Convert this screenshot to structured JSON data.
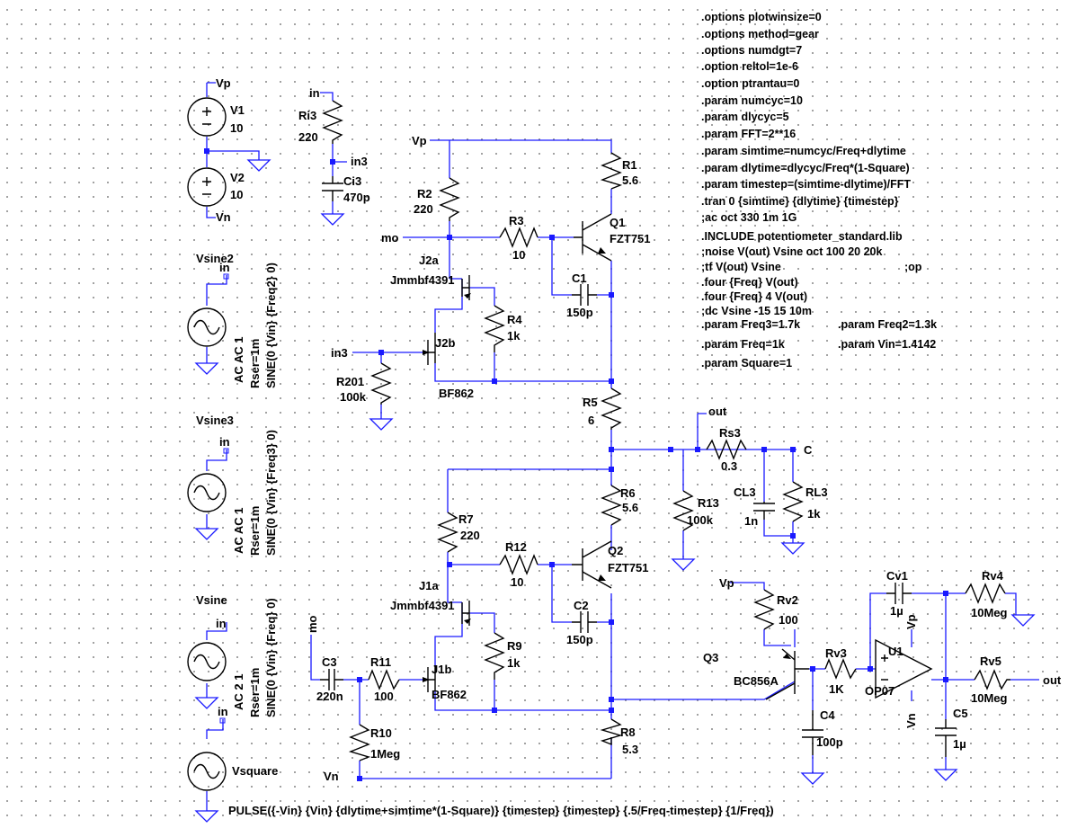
{
  "sources": {
    "v1": {
      "name": "V1",
      "value": "10"
    },
    "v2": {
      "name": "V2",
      "value": "10"
    },
    "vsine2": {
      "name": "Vsine2",
      "ac": "AC AC 1",
      "rser": "Rser=1m",
      "func": "SINE(0 {Vin} {Freq2} 0)"
    },
    "vsine3": {
      "name": "Vsine3",
      "ac": "AC AC 1",
      "rser": "Rser=1m",
      "func": "SINE(0 {Vin} {Freq3} 0)"
    },
    "vsine": {
      "name": "Vsine",
      "ac": "AC 2 1",
      "rser": "Rser=1m",
      "func": "SINE(0 {Vin} {Freq} 0)"
    },
    "vsquare": {
      "name": "Vsquare",
      "pulse": "PULSE({-Vin} {Vin} {dlytime+simtime*(1-Square)} {timestep} {timestep} {.5/Freq-timestep} {1/Freq})"
    }
  },
  "nets": {
    "vp": "Vp",
    "vn": "Vn",
    "in": "in",
    "in3": "in3",
    "mo": "mo",
    "out": "out",
    "c": "C"
  },
  "components": {
    "ri3": {
      "name": "Ri3",
      "value": "220"
    },
    "ci3": {
      "name": "Ci3",
      "value": "470p"
    },
    "r2": {
      "name": "R2",
      "value": "220"
    },
    "r3": {
      "name": "R3",
      "value": "10"
    },
    "r1": {
      "name": "R1",
      "value": "5.6"
    },
    "q1": {
      "name": "Q1",
      "value": "FZT751"
    },
    "c1": {
      "name": "C1",
      "value": "150p"
    },
    "j2a": {
      "name": "J2a",
      "value": "Jmmbf4391"
    },
    "j2b": {
      "name": "J2b",
      "value": "BF862"
    },
    "r4": {
      "name": "R4",
      "value": "1k"
    },
    "r201": {
      "name": "R201",
      "value": "100k"
    },
    "r5": {
      "name": "R5",
      "value": "6"
    },
    "rs3": {
      "name": "Rs3",
      "value": "0.3"
    },
    "r13": {
      "name": "R13",
      "value": "100k"
    },
    "cl3": {
      "name": "CL3",
      "value": "1n"
    },
    "rl3": {
      "name": "RL3",
      "value": "1k"
    },
    "r6": {
      "name": "R6",
      "value": "5.6"
    },
    "r7": {
      "name": "R7",
      "value": "220"
    },
    "r12": {
      "name": "R12",
      "value": "10"
    },
    "q2": {
      "name": "Q2",
      "value": "FZT751"
    },
    "c2": {
      "name": "C2",
      "value": "150p"
    },
    "j1a": {
      "name": "J1a",
      "value": "Jmmbf4391"
    },
    "j1b": {
      "name": "J1b",
      "value": "BF862"
    },
    "r9": {
      "name": "R9",
      "value": "1k"
    },
    "c3": {
      "name": "C3",
      "value": "220n"
    },
    "r11": {
      "name": "R11",
      "value": "100"
    },
    "r10": {
      "name": "R10",
      "value": "1Meg"
    },
    "r8": {
      "name": "R8",
      "value": "5.3"
    },
    "rv2": {
      "name": "Rv2",
      "value": "100"
    },
    "q3": {
      "name": "Q3",
      "value": "BC856A"
    },
    "rv3": {
      "name": "Rv3",
      "value": "1K"
    },
    "c4": {
      "name": "C4",
      "value": "100p"
    },
    "cv1": {
      "name": "Cv1",
      "value": "1µ"
    },
    "rv4": {
      "name": "Rv4",
      "value": "10Meg"
    },
    "u1": {
      "name": "U1",
      "value": "OP07"
    },
    "rv5": {
      "name": "Rv5",
      "value": "10Meg"
    },
    "c5": {
      "name": "C5",
      "value": "1µ"
    }
  },
  "directives": {
    "lines": [
      ".options plotwinsize=0",
      ".options method=gear",
      ".options numdgt=7",
      ".option reltol=1e-6",
      ".option ptrantau=0",
      ".param numcyc=10",
      ".param dlycyc=5",
      ".param FFT=2**16",
      ".param simtime=numcyc/Freq+dlytime",
      ".param dlytime=dlycyc/Freq*(1-Square)",
      ".param timestep=(simtime-dlytime)/FFT",
      ".tran 0 {simtime} {dlytime} {timestep}",
      ";ac oct 330 1m 1G",
      ".INCLUDE potentiometer_standard.lib",
      ";noise V(out) Vsine oct 100 20 20k",
      ";tf V(out) Vsine",
      ".four {Freq} V(out)",
      ".four {Freq} 4 V(out)",
      ";dc Vsine -15 15 10m",
      ".param Freq3=1.7k",
      ".param Freq=1k",
      ".param Square=1"
    ],
    "op": ";op",
    "freq2": ".param Freq2=1.3k",
    "vin": ".param Vin=1.4142"
  }
}
